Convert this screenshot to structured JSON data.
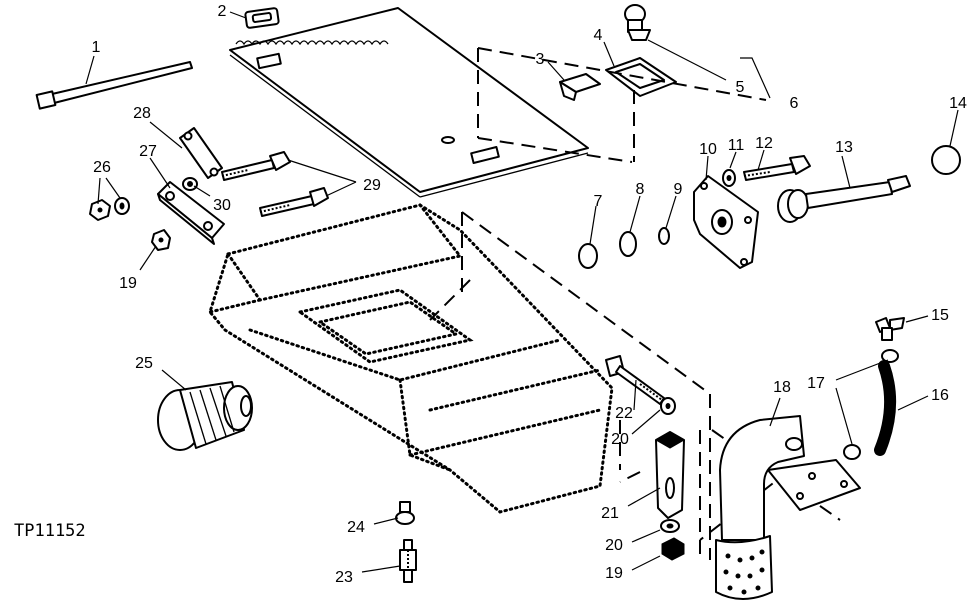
{
  "figure_id": "TP11152",
  "callouts": {
    "c1": "1",
    "c2": "2",
    "c3": "3",
    "c4": "4",
    "c5": "5",
    "c6": "6",
    "c7": "7",
    "c8": "8",
    "c9": "9",
    "c10": "10",
    "c11": "11",
    "c12": "12",
    "c13": "13",
    "c14": "14",
    "c15": "15",
    "c16": "16",
    "c17": "17",
    "c18": "18",
    "c19a": "19",
    "c19b": "19",
    "c20a": "20",
    "c20b": "20",
    "c21": "21",
    "c22": "22",
    "c23": "23",
    "c24": "24",
    "c25": "25",
    "c26": "26",
    "c27": "27",
    "c28": "28",
    "c29": "29",
    "c30": "30"
  }
}
